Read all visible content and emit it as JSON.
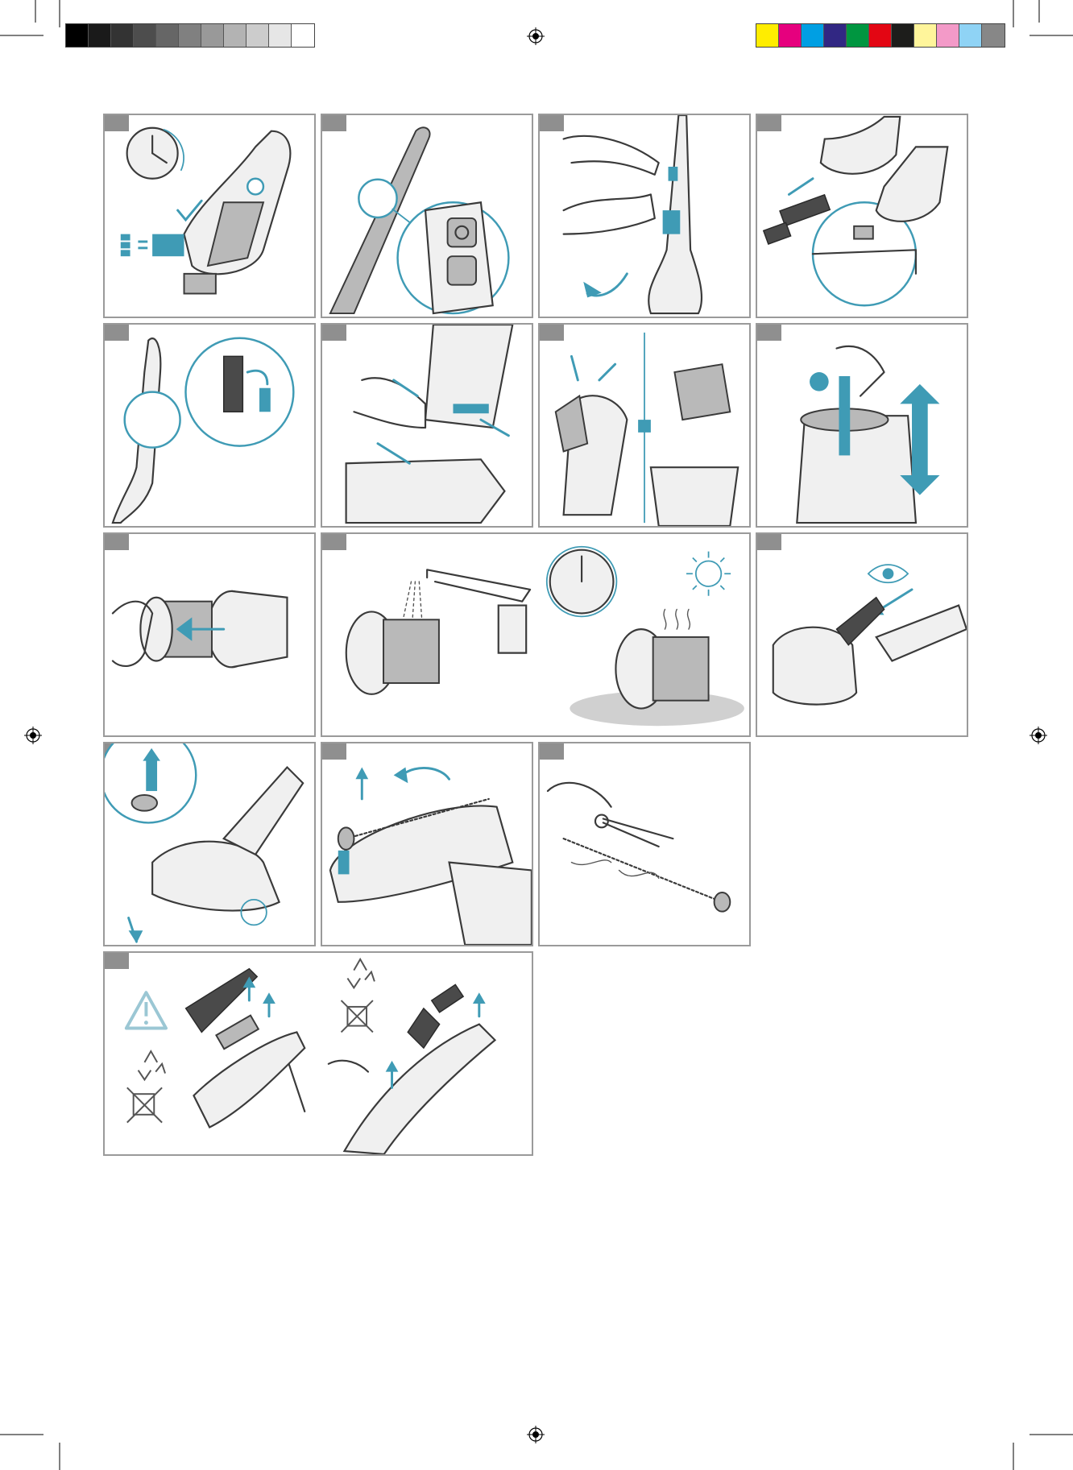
{
  "colors": {
    "accent": "#3f9bb5",
    "panel_border": "#9a9a9a",
    "panel_tab": "#8f8f8f",
    "line": "#3a3a3a"
  },
  "grey_swatches": [
    "#000000",
    "#1a1a1a",
    "#333333",
    "#4d4d4d",
    "#666666",
    "#808080",
    "#999999",
    "#b3b3b3",
    "#cccccc",
    "#e6e6e6",
    "#ffffff"
  ],
  "color_swatches": [
    "#ffed00",
    "#e6007e",
    "#009fe3",
    "#312783",
    "#009640",
    "#e30613",
    "#1d1d1b",
    "#fff59b",
    "#f39ac8",
    "#8fd3f5",
    "#878787"
  ],
  "panels": [
    {
      "id": "p1",
      "icon": "charging-clock-icon"
    },
    {
      "id": "p2",
      "icon": "handle-buttons-icon"
    },
    {
      "id": "p3",
      "icon": "release-handheld-icon"
    },
    {
      "id": "p4",
      "icon": "crevice-tool-icon"
    },
    {
      "id": "p5",
      "icon": "tool-storage-icon"
    },
    {
      "id": "p6",
      "icon": "detach-container-icon"
    },
    {
      "id": "p7",
      "icon": "empty-dust-icon"
    },
    {
      "id": "p8",
      "icon": "remove-filter-icon"
    },
    {
      "id": "p9",
      "icon": "filter-separate-icon"
    },
    {
      "id": "p10",
      "icon": "rinse-dry-filter-icon"
    },
    {
      "id": "p11",
      "icon": "inspect-nozzle-icon"
    },
    {
      "id": "p12",
      "icon": "open-brush-cover-icon"
    },
    {
      "id": "p13",
      "icon": "remove-brushroll-icon"
    },
    {
      "id": "p14",
      "icon": "cut-hair-icon"
    },
    {
      "id": "p15",
      "icon": "battery-removal-recycle-icon"
    }
  ]
}
